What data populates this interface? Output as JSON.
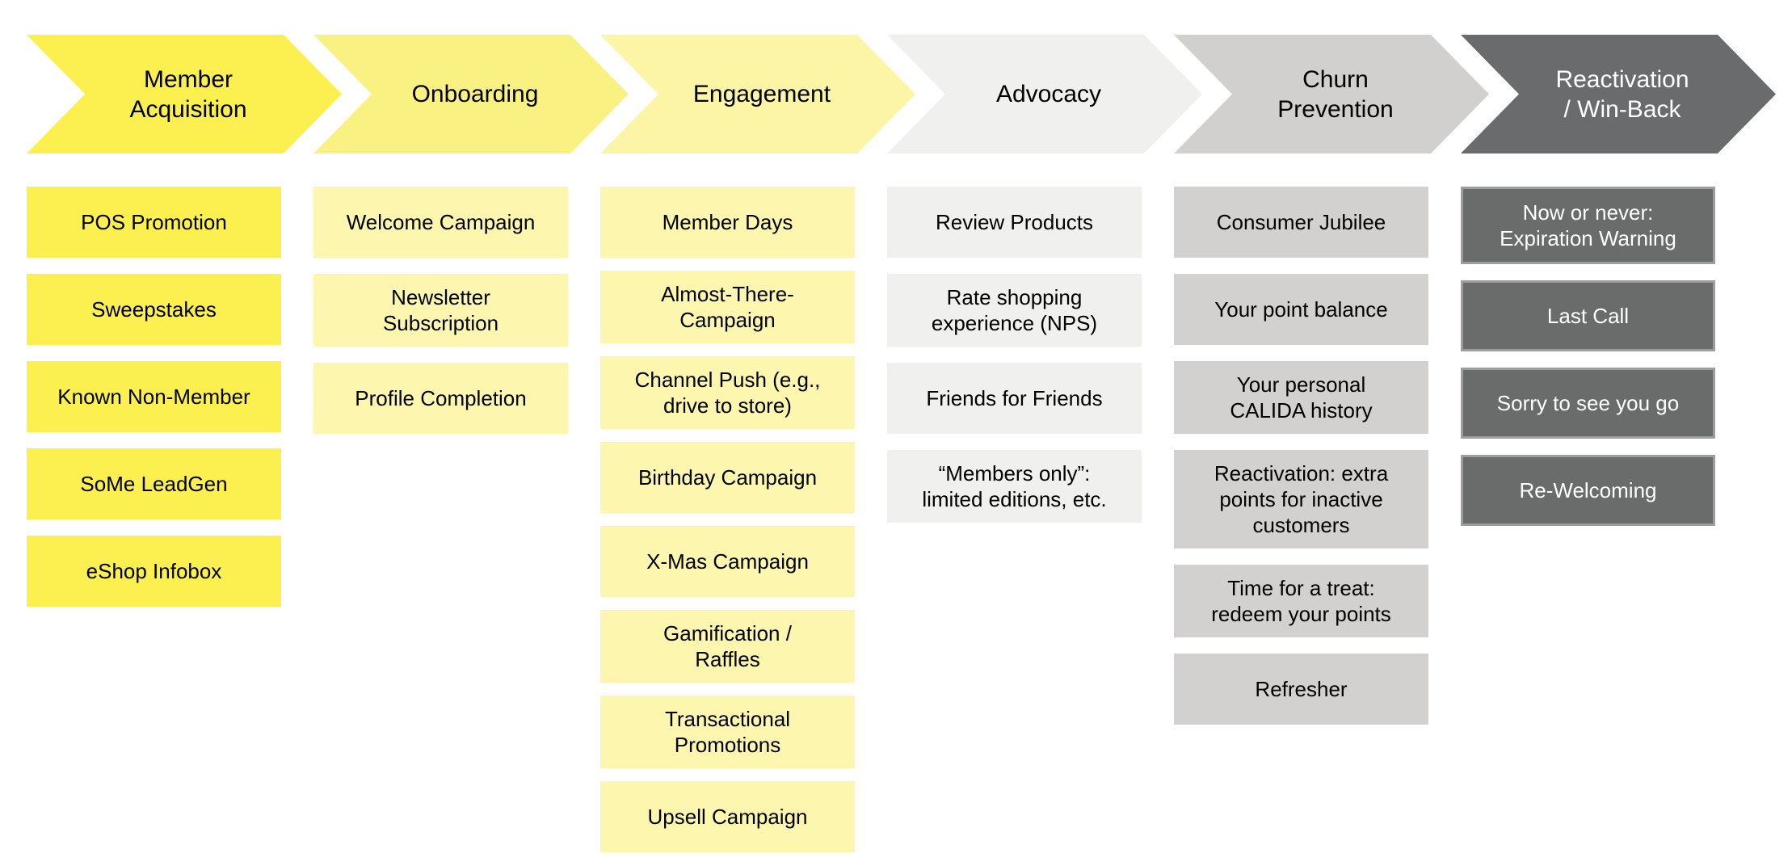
{
  "diagram": {
    "stages": [
      {
        "label": "Member\nAcquisition",
        "arrow_color": "#FBF04F",
        "label_color": "#000000",
        "box_color": "#FBF04F",
        "item_color": "#000000",
        "items": [
          "POS Promotion",
          "Sweepstakes",
          "Known Non-Member",
          "SoMe LeadGen",
          "eShop Infobox"
        ]
      },
      {
        "label": "Onboarding",
        "arrow_color": "#FAF183",
        "label_color": "#000000",
        "box_color": "#FCF6AE",
        "item_color": "#000000",
        "items": [
          "Welcome Campaign",
          "Newsletter\nSubscription",
          "Profile Completion"
        ]
      },
      {
        "label": "Engagement",
        "arrow_color": "#FBF5A5",
        "label_color": "#000000",
        "box_color": "#FCF6AE",
        "item_color": "#000000",
        "items": [
          "Member Days",
          "Almost-There-\nCampaign",
          "Channel Push (e.g.,\ndrive to store)",
          "Birthday Campaign",
          "X-Mas Campaign",
          "Gamification /\nRaffles",
          "Transactional\nPromotions",
          "Upsell Campaign"
        ]
      },
      {
        "label": "Advocacy",
        "arrow_color": "#F0F0EE",
        "label_color": "#000000",
        "box_color": "#F0F0EE",
        "item_color": "#000000",
        "items": [
          "Review Products",
          "Rate shopping\nexperience (NPS)",
          "Friends for Friends",
          "“Members only”:\nlimited editions, etc."
        ]
      },
      {
        "label": "Churn\nPrevention",
        "arrow_color": "#D1D0CE",
        "label_color": "#000000",
        "box_color": "#D2D1CF",
        "item_color": "#000000",
        "items": [
          "Consumer Jubilee",
          "Your point balance",
          "Your personal\nCALIDA history",
          "Reactivation: extra\npoints for inactive\ncustomers",
          "Time for a treat:\nredeem your points",
          "Refresher"
        ]
      },
      {
        "label": "Reactivation\n/ Win-Back",
        "arrow_color": "#696B6C",
        "label_color": "#FFFFFF",
        "box_color": "#6A6B6B",
        "box_border_color": "#9D9D9D",
        "item_color": "#FFFFFF",
        "items": [
          "Now or never:\nExpiration Warning",
          "Last Call",
          "Sorry to see you go",
          "Re-Welcoming"
        ]
      }
    ]
  }
}
